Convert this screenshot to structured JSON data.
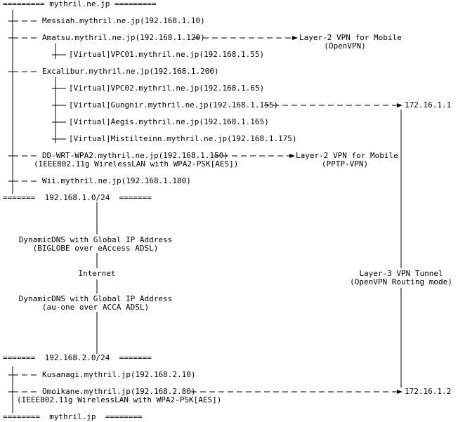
{
  "network_a": {
    "header": "========= mythril.ne.jp =========",
    "footer": "=======  192.168.1.0/24  =======",
    "hosts": {
      "messiah": "Messiah.mythril.ne.jp(192.168.1.10)",
      "amatsu": "Amatsu.mythril.ne.jp(192.168.1.120)",
      "vpc01": "[Virtual]VPC01.mythril.ne.jp(192.168.1.55)",
      "excalibur": "Excalibur.mythril.ne.jp(192.168.1.200)",
      "vpc02": "[Virtual]VPC02.mythril.ne.jp(192.168.1.65)",
      "gungnir": "[Virtual]Gungnir.mythril.ne.jp(192.168.1.155)",
      "aegis": "[Virtual]Aegis.mythril.ne.jp(192.168.1.165)",
      "mistilteinn": "[Virtual]Mistilteinn.mythril.ne.jp(192.168.1.175)",
      "ddwrt": "DD-WRT-WPA2.mythril.ne.jp(192.168.1.150)",
      "ddwrt_note": "(IEEE802.11g WirelessLAN with WPA2-PSK[AES])",
      "wii": "Wii.mythril.ne.jp(192.168.1.180)"
    }
  },
  "vpn": {
    "openvpn_label": "Layer-2 VPN for Mobile",
    "openvpn_sub": "(OpenVPN)",
    "pptp_label": "Layer-2 VPN for Mobile",
    "pptp_sub": "(PPTP-VPN)",
    "tunnel_label": "Layer-3 VPN Tunnel",
    "tunnel_sub": "(OpenVPN Routing mode)",
    "tunnel_end_a": "172.16.1.1",
    "tunnel_end_b": "172.16.1.2"
  },
  "wan": {
    "ddns_a": "DynamicDNS with Global IP Address",
    "isp_a": "(BIGLOBE over eAccess ADSL)",
    "internet": "Internet",
    "ddns_b": "DynamicDNS with Global IP Address",
    "isp_b": "(au-one over ACCA ADSL)"
  },
  "network_b": {
    "header": "=======  192.168.2.0/24  =======",
    "footer": "========  mythril.jp  ========",
    "hosts": {
      "kusanagi": "Kusanagi.mythril.jp(192.168.2.10)",
      "omoikane": "Omoikane.mythril.jp(192.168.2.80)",
      "omoikane_note": "(IEEE802.11g WirelessLAN with WPA2-PSK[AES])"
    }
  }
}
